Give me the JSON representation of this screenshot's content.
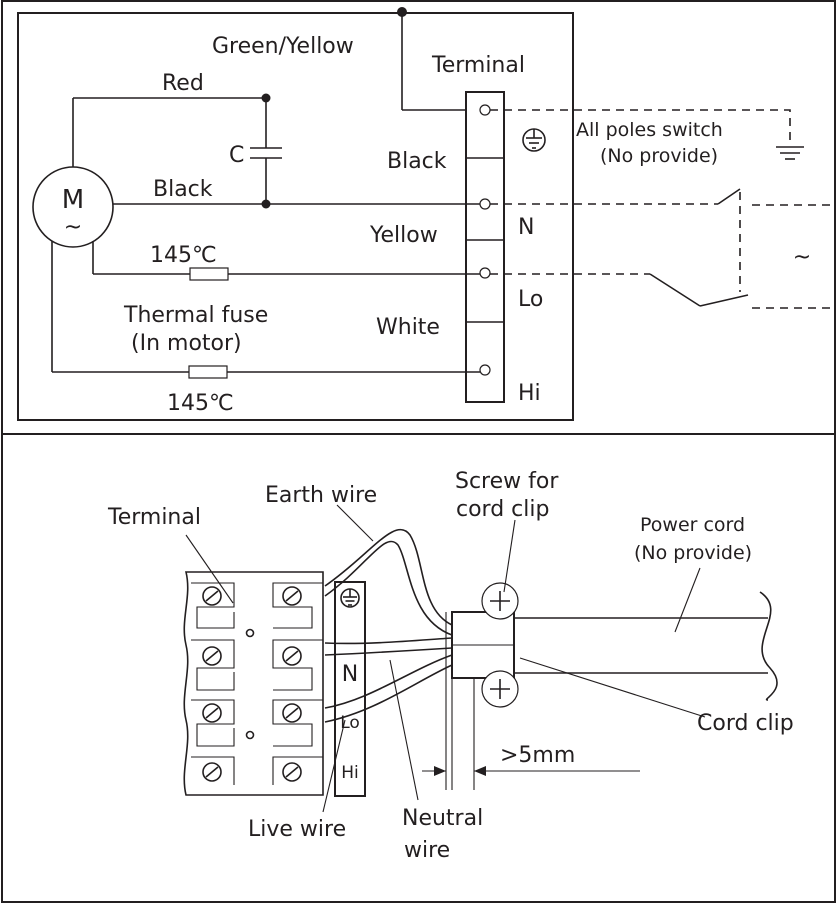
{
  "schematic": {
    "green_yellow": "Green/Yellow",
    "terminal": "Terminal",
    "red": "Red",
    "c": "C",
    "black_upper": "Black",
    "black_motor": "Black",
    "motor_m": "M",
    "motor_ac": "~",
    "yellow": "Yellow",
    "temp_upper": "145℃",
    "fuse_line1": "Thermal fuse",
    "fuse_line2": "(In motor)",
    "white": "White",
    "temp_lower": "145℃",
    "term_n": "N",
    "term_lo": "Lo",
    "term_hi": "Hi",
    "switch_line1": "All poles switch",
    "switch_line2": "(No provide)",
    "ac_symbol": "~"
  },
  "assembly": {
    "terminal": "Terminal",
    "earth_wire": "Earth wire",
    "screw_line1": "Screw for",
    "screw_line2": "cord clip",
    "power_line1": "Power cord",
    "power_line2": "(No provide)",
    "cord_clip": "Cord clip",
    "distance": ">5mm",
    "live_wire": "Live wire",
    "neutral_line1": "Neutral",
    "neutral_line2": "wire",
    "strip_n": "N",
    "strip_lo": "Lo",
    "strip_hi": "Hi"
  }
}
